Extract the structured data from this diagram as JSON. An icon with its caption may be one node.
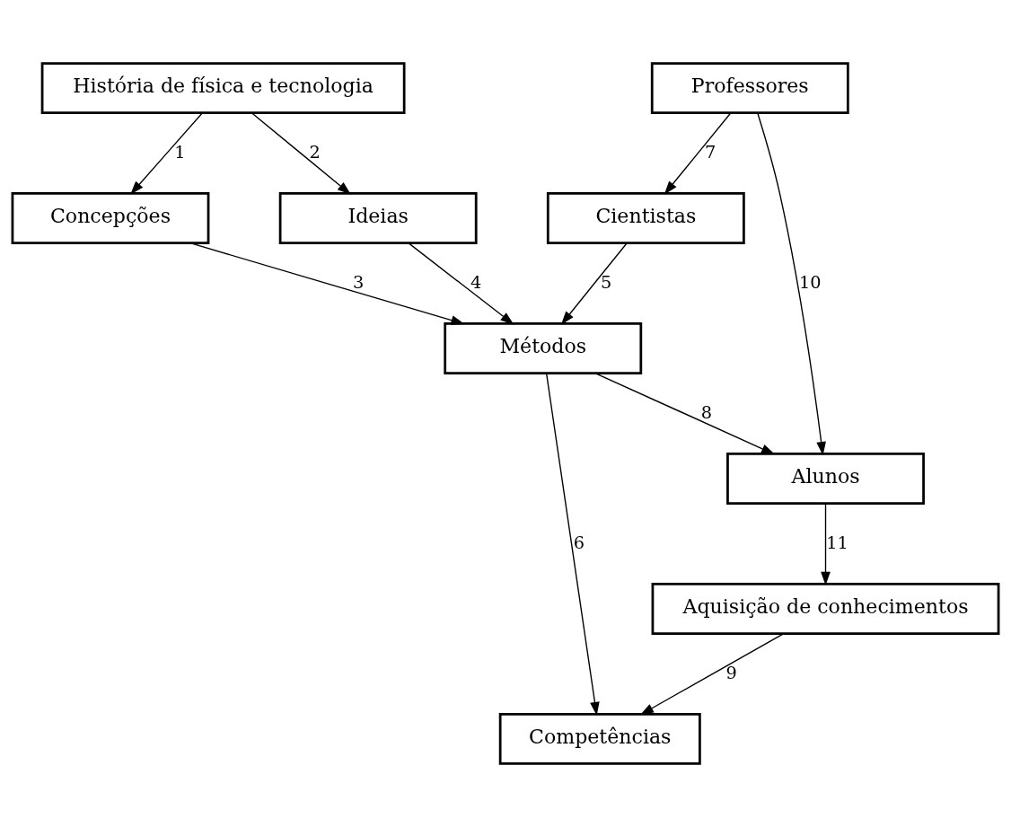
{
  "diagram": {
    "nodes": [
      {
        "text": [
          "História de física e tecnologia"
        ]
      },
      {
        "text": [
          "Concepções"
        ]
      },
      {
        "text": [
          "Ideias"
        ]
      },
      {
        "text": [
          "Métodos"
        ]
      },
      {
        "text": [
          "Cientistas"
        ]
      },
      {
        "text": [
          "Competências"
        ]
      },
      {
        "text": [
          "Professores"
        ]
      },
      {
        "text": [
          "Aquisição de conhecimentos"
        ]
      },
      {
        "text": [
          "Alunos"
        ]
      }
    ],
    "edges": [
      {
        "from": 0,
        "to": 1,
        "arrow": "to",
        "label": "1"
      },
      {
        "from": 0,
        "to": 2,
        "arrow": "to",
        "label": "2"
      },
      {
        "from": 1,
        "to": 3,
        "arrow": "to",
        "label": "3"
      },
      {
        "from": 2,
        "to": 3,
        "arrow": "to",
        "label": "4"
      },
      {
        "from": 4,
        "to": 3,
        "arrow": "to",
        "label": "5"
      },
      {
        "from": 3,
        "to": 5,
        "arrow": "to",
        "label": "6"
      },
      {
        "from": 6,
        "to": 4,
        "arrow": "to",
        "label": "7"
      },
      {
        "from": 3,
        "to": 8,
        "arrow": "to",
        "label": "8"
      },
      {
        "from": 7,
        "to": 5,
        "arrow": "to",
        "label": "9"
      },
      {
        "from": 6,
        "to": 8,
        "arrow": "to",
        "label": "10"
      },
      {
        "from": 8,
        "to": 7,
        "arrow": "to",
        "label": "11"
      }
    ]
  }
}
